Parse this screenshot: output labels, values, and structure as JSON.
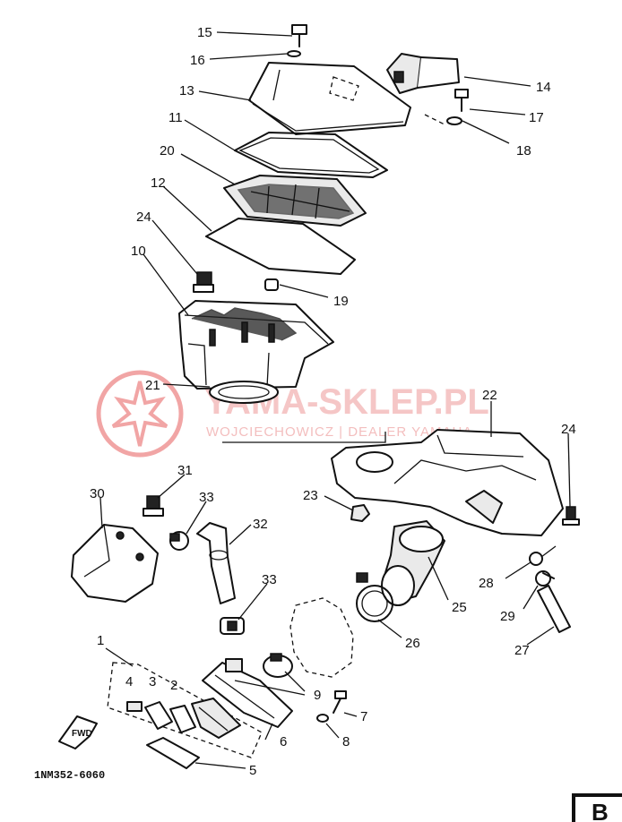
{
  "diagram": {
    "code": "1NM352-6060",
    "sheet": "B",
    "fwd_label": "FWD",
    "watermark": {
      "title": "YAMA-SKLEP.PL",
      "subtitle": "WOJCIECHOWICZ | DEALER YAMAHA",
      "accent": "#e23a3a"
    },
    "callouts": {
      "c1": "1",
      "c2": "2",
      "c3": "3",
      "c4": "4",
      "c5": "5",
      "c6": "6",
      "c7": "7",
      "c8": "8",
      "c9": "9",
      "c10": "10",
      "c11": "11",
      "c12": "12",
      "c13": "13",
      "c14": "14",
      "c15": "15",
      "c16": "16",
      "c17": "17",
      "c18": "18",
      "c19": "19",
      "c20": "20",
      "c21": "21",
      "c22": "22",
      "c23": "23",
      "c24": "24",
      "c24b": "24",
      "c25": "25",
      "c26": "26",
      "c27": "27",
      "c28": "28",
      "c29": "29",
      "c30": "30",
      "c31": "31",
      "c32": "32",
      "c33": "33",
      "c33b": "33"
    }
  }
}
